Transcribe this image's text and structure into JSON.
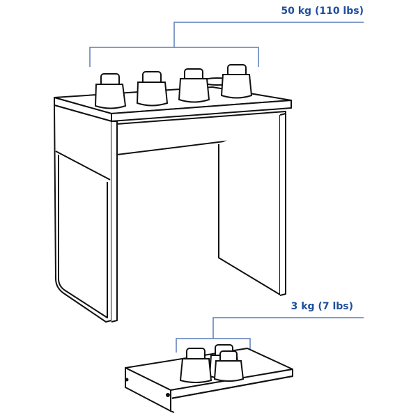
{
  "diagram": {
    "subject": "Desk load capacity illustration",
    "colors": {
      "annotation": "#1f4e9c",
      "bracket": "#5b7cb8",
      "line_art": "#111111"
    },
    "annotations": [
      {
        "id": "desk-top-load",
        "text": "50 kg (110 lbs)",
        "refers_to": "desk tabletop",
        "weights_shown": 4
      },
      {
        "id": "drawer-load",
        "text": "3 kg (7 lbs)",
        "refers_to": "drawer",
        "weights_shown": 3
      }
    ],
    "objects": [
      "desk",
      "drawer",
      "weights"
    ]
  }
}
